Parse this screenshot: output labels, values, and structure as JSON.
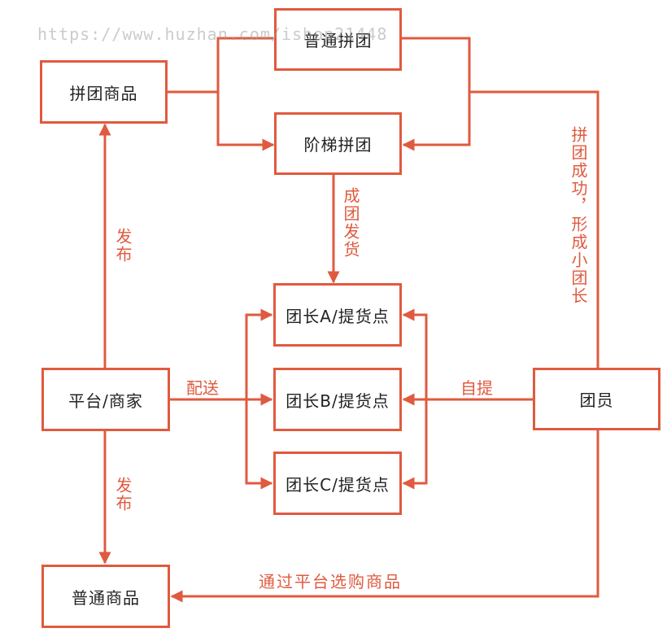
{
  "watermark": "https://www.huzhan.com/ishop21448",
  "colors": {
    "line": "#e05a3f",
    "text": "#222222"
  },
  "nodes": {
    "putong_pintuan": "普通拼团",
    "pintuan_shangpin": "拼团商品",
    "jieti_pintuan": "阶梯拼团",
    "tuanzhang_a": "团长A/提货点",
    "tuanzhang_b": "团长B/提货点",
    "tuanzhang_c": "团长C/提货点",
    "pingtai": "平台/商家",
    "tuanyuan": "团员",
    "putong_shangpin": "普通商品"
  },
  "labels": {
    "fabu_up": "发布",
    "fabu_down": "发布",
    "chengtuan_fahuo": "成团发货",
    "peisong": "配送",
    "ziti": "自提",
    "pintuan_chenggong": "拼团成功，形成小团长",
    "tongguo_pingtai": "通过平台选购商品"
  }
}
